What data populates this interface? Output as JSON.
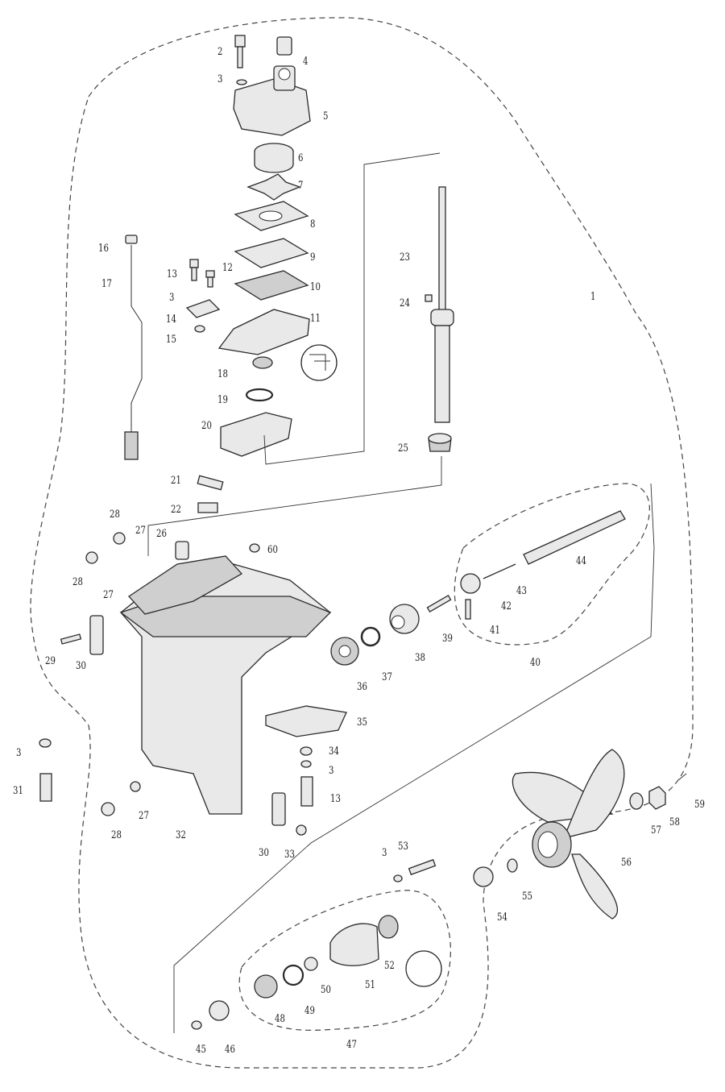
{
  "diagram": {
    "callouts": [
      {
        "id": "c1",
        "text": "1"
      },
      {
        "id": "c2",
        "text": "2"
      },
      {
        "id": "c3a",
        "text": "3"
      },
      {
        "id": "c4",
        "text": "4"
      },
      {
        "id": "c5",
        "text": "5"
      },
      {
        "id": "c6",
        "text": "6"
      },
      {
        "id": "c7",
        "text": "7"
      },
      {
        "id": "c8",
        "text": "8"
      },
      {
        "id": "c9",
        "text": "9"
      },
      {
        "id": "c10",
        "text": "10"
      },
      {
        "id": "c11",
        "text": "11"
      },
      {
        "id": "c12",
        "text": "12"
      },
      {
        "id": "c13a",
        "text": "13"
      },
      {
        "id": "c3b",
        "text": "3"
      },
      {
        "id": "c14",
        "text": "14"
      },
      {
        "id": "c15",
        "text": "15"
      },
      {
        "id": "c16",
        "text": "16"
      },
      {
        "id": "c17",
        "text": "17"
      },
      {
        "id": "c18",
        "text": "18"
      },
      {
        "id": "c19",
        "text": "19"
      },
      {
        "id": "c20",
        "text": "20"
      },
      {
        "id": "c21",
        "text": "21"
      },
      {
        "id": "c22",
        "text": "22"
      },
      {
        "id": "c23",
        "text": "23"
      },
      {
        "id": "c24",
        "text": "24"
      },
      {
        "id": "c25",
        "text": "25"
      },
      {
        "id": "c26",
        "text": "26"
      },
      {
        "id": "c27a",
        "text": "27"
      },
      {
        "id": "c28a",
        "text": "28"
      },
      {
        "id": "c28b",
        "text": "28"
      },
      {
        "id": "c27b",
        "text": "27"
      },
      {
        "id": "c60",
        "text": "60"
      },
      {
        "id": "c29",
        "text": "29"
      },
      {
        "id": "c30a",
        "text": "30"
      },
      {
        "id": "c44",
        "text": "44"
      },
      {
        "id": "c43",
        "text": "43"
      },
      {
        "id": "c42",
        "text": "42"
      },
      {
        "id": "c41",
        "text": "41"
      },
      {
        "id": "c40",
        "text": "40"
      },
      {
        "id": "c39",
        "text": "39"
      },
      {
        "id": "c38",
        "text": "38"
      },
      {
        "id": "c37",
        "text": "37"
      },
      {
        "id": "c36",
        "text": "36"
      },
      {
        "id": "c35",
        "text": "35"
      },
      {
        "id": "c34",
        "text": "34"
      },
      {
        "id": "c3c",
        "text": "3"
      },
      {
        "id": "c13b",
        "text": "13"
      },
      {
        "id": "c3d",
        "text": "3"
      },
      {
        "id": "c31",
        "text": "31"
      },
      {
        "id": "c27c",
        "text": "27"
      },
      {
        "id": "c28c",
        "text": "28"
      },
      {
        "id": "c32",
        "text": "32"
      },
      {
        "id": "c30b",
        "text": "30"
      },
      {
        "id": "c33",
        "text": "33"
      },
      {
        "id": "c59",
        "text": "59"
      },
      {
        "id": "c58",
        "text": "58"
      },
      {
        "id": "c57",
        "text": "57"
      },
      {
        "id": "c56",
        "text": "56"
      },
      {
        "id": "c55",
        "text": "55"
      },
      {
        "id": "c54",
        "text": "54"
      },
      {
        "id": "c3e",
        "text": "3"
      },
      {
        "id": "c53",
        "text": "53"
      },
      {
        "id": "c52",
        "text": "52"
      },
      {
        "id": "c51",
        "text": "51"
      },
      {
        "id": "c50",
        "text": "50"
      },
      {
        "id": "c49",
        "text": "49"
      },
      {
        "id": "c48",
        "text": "48"
      },
      {
        "id": "c47",
        "text": "47"
      },
      {
        "id": "c46",
        "text": "46"
      },
      {
        "id": "c45",
        "text": "45"
      }
    ]
  }
}
